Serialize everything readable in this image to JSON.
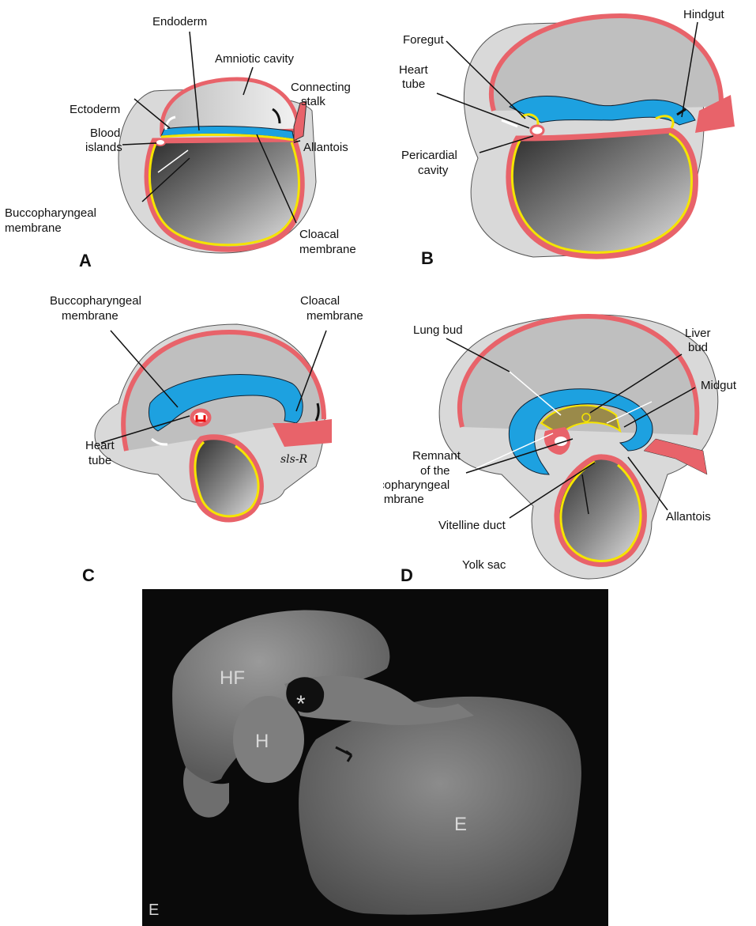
{
  "panels": {
    "a": {
      "letter": "A",
      "labels": {
        "endoderm": "Endoderm",
        "amniotic_cavity": "Amniotic cavity",
        "connecting_stalk_1": "Connecting",
        "connecting_stalk_2": "stalk",
        "ectoderm": "Ectoderm",
        "blood_islands_1": "Blood",
        "blood_islands_2": "islands",
        "allantois": "Allantois",
        "buccopharyngeal_1": "Buccopharyngeal",
        "buccopharyngeal_2": "membrane",
        "cloacal_1": "Cloacal",
        "cloacal_2": "membrane"
      }
    },
    "b": {
      "letter": "B",
      "labels": {
        "hindgut": "Hindgut",
        "foregut": "Foregut",
        "heart_tube_1": "Heart",
        "heart_tube_2": "tube",
        "pericardial_1": "Pericardial",
        "pericardial_2": "cavity"
      }
    },
    "c": {
      "letter": "C",
      "labels": {
        "buccopharyngeal_1": "Buccopharyngeal",
        "buccopharyngeal_2": "membrane",
        "cloacal_1": "Cloacal",
        "cloacal_2": "membrane",
        "heart_tube_1": "Heart",
        "heart_tube_2": "tube"
      },
      "signature": "sls-R"
    },
    "d": {
      "letter": "D",
      "labels": {
        "lung_bud": "Lung bud",
        "liver_bud_1": "Liver",
        "liver_bud_2": "bud",
        "midgut": "Midgut",
        "remnant_1": "Remnant",
        "remnant_2": "of the",
        "remnant_3": "buccopharyngeal",
        "remnant_4": "membrane",
        "vitelline_duct": "Vitelline duct",
        "allantois": "Allantois",
        "yolk_sac": "Yolk sac"
      }
    },
    "e": {
      "letter": "E",
      "labels": {
        "hf": "HF",
        "asterisk": "*",
        "h": "H",
        "e": "E"
      }
    }
  },
  "colors": {
    "ectoderm_blue": "#1da1e0",
    "mesoderm_red": "#e8636a",
    "endoderm_yellow": "#f5e400",
    "yolk_gray_dark": "#3a3a3a",
    "light_blue": "#a8cde6",
    "olive": "#9a8a4a"
  }
}
